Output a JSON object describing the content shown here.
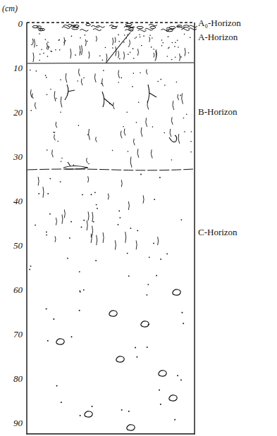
{
  "diagram": {
    "labels": [
      "(cm)",
      "0",
      "10",
      "20",
      "30",
      "40",
      "50",
      "60",
      "70",
      "80",
      "90",
      "A₀-Horizon",
      "A-Horizon",
      "B-Horizon",
      "C-Horizon"
    ]
  }
}
